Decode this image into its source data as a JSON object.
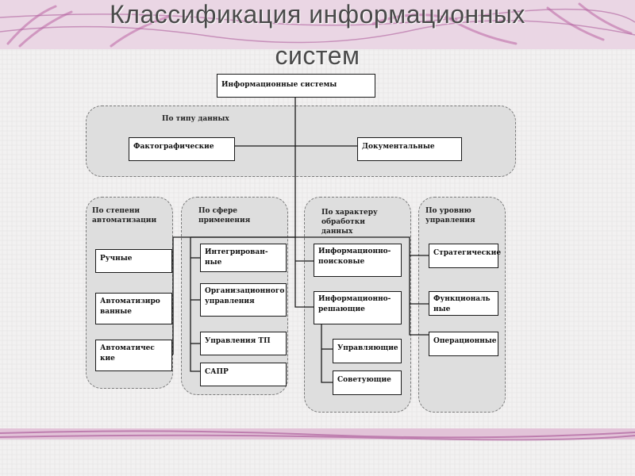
{
  "slide": {
    "title_line1": "Классификация информационных",
    "title_line2": "систем"
  },
  "diagram": {
    "root": "Информационные системы",
    "groups": {
      "data_type": {
        "label": "По типу данных",
        "items": [
          "Фактографические",
          "Документальные"
        ]
      },
      "automation": {
        "label": "По степени автоматизации",
        "items": [
          "Ручные",
          "Автоматизиро ванные",
          "Автоматичес кие"
        ]
      },
      "application": {
        "label": "По сфере применения",
        "items": [
          "Интегрирован-ные",
          "Организационного управления",
          "Управления ТП",
          "САПР"
        ]
      },
      "processing": {
        "label": "По характеру обработки данных",
        "items": [
          "Информационно-поисковые",
          "Информационно-решающие"
        ],
        "subitems": [
          "Управляющие",
          "Советующие"
        ]
      },
      "management": {
        "label": "По уровню управления",
        "items": [
          "Стратегические",
          "Функциональ ные",
          "Операционные"
        ]
      }
    }
  },
  "colors": {
    "background": "#f0efef",
    "group_fill": "#dedede",
    "line": "#1a1a1a",
    "brush_accent": "#c0559a"
  }
}
